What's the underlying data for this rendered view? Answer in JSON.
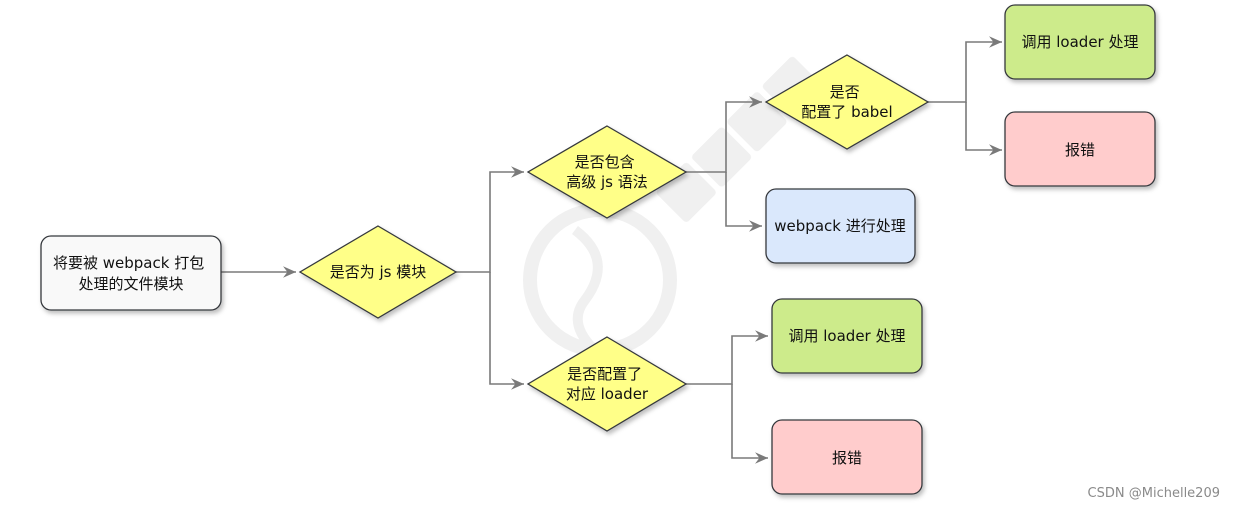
{
  "nodes": {
    "start": {
      "lines": [
        "将要被 webpack 打包",
        "处理的文件模块"
      ]
    },
    "is_js": {
      "lines": [
        "是否为 js 模块"
      ]
    },
    "has_advanced_js": {
      "lines": [
        "是否包含",
        "高级 js 语法"
      ]
    },
    "babel_configured": {
      "lines": [
        "是否",
        "配置了 babel"
      ]
    },
    "babel_loader": {
      "lines": [
        "调用 loader 处理"
      ]
    },
    "babel_error": {
      "lines": [
        "报错"
      ]
    },
    "webpack_process": {
      "lines": [
        "webpack 进行处理"
      ]
    },
    "loader_configured": {
      "lines": [
        "是否配置了",
        "对应 loader"
      ]
    },
    "loader_process": {
      "lines": [
        "调用 loader 处理"
      ]
    },
    "loader_error": {
      "lines": [
        "报错"
      ]
    }
  },
  "footer": {
    "credit": "CSDN @Michelle209"
  },
  "colors": {
    "start_fill": "#f9f9f9",
    "decision_fill": "#ffff88",
    "success_fill": "#cdeb8b",
    "error_fill": "#ffcccc",
    "info_fill": "#dae8fc",
    "stroke": "#36393d",
    "edge": "#7a7a7a"
  }
}
